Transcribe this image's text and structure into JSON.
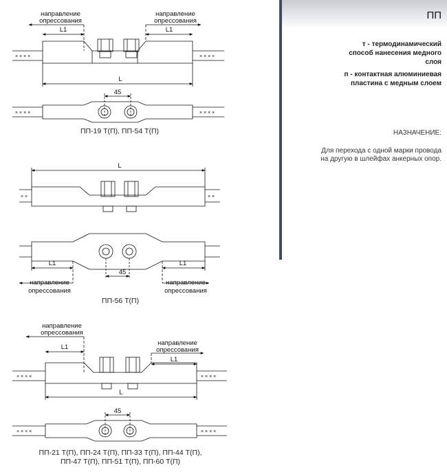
{
  "sidebar": {
    "code": "ПП",
    "legend_t": "т - термодинамический способ нанесения медного слоя",
    "legend_p": "п - контактная алюминиевая пластина с медным слоем",
    "purpose_heading": "НАЗНАЧЕНИЕ:",
    "purpose_text": "Для перехода с одной марки провода на другую в шлейфах анкерных опор."
  },
  "labels": {
    "direction_1": "направление",
    "direction_2": "опрессования",
    "length": "L",
    "length_1": "L1",
    "spacing": "45"
  },
  "captions": {
    "a": "ПП-19 Т(П), ПП-54 Т(П)",
    "b": "ПП-56 Т(П)",
    "c1": "ПП-21 Т(П), ПП-24 Т(П), ПП-33 Т(П), ПП-44 Т(П),",
    "c2": "ПП-47 Т(П), ПП-51 Т(П), ПП-60 Т(П)"
  }
}
